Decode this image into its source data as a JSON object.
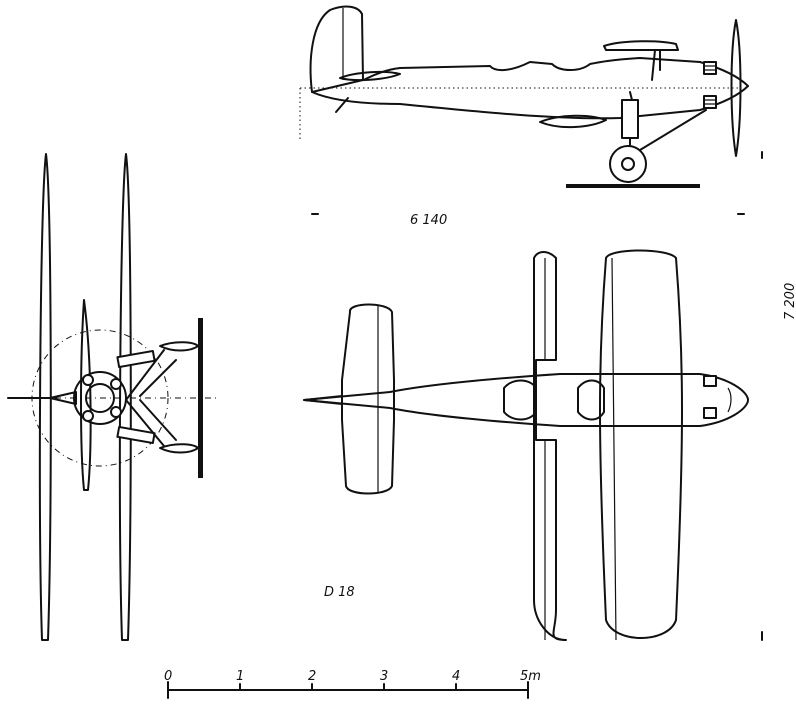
{
  "labels": {
    "length_dimension": "6 140",
    "span_dimension": "7 200",
    "designation": "D 18"
  },
  "scale_bar": {
    "ticks": [
      "0",
      "1",
      "2",
      "3",
      "4",
      "5m"
    ]
  },
  "colors": {
    "ink": "#111111",
    "paper": "#ffffff"
  }
}
